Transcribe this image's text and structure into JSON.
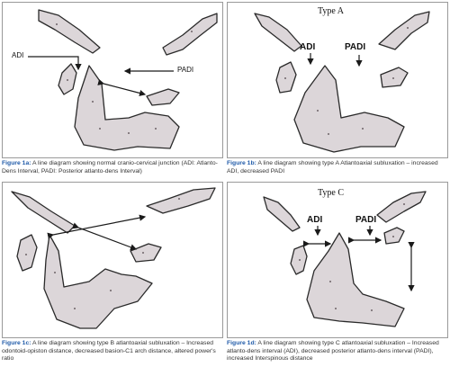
{
  "panels": [
    {
      "labels": {
        "adi": "ADI",
        "padi": "PADI"
      },
      "caption": {
        "figure": "Figure 1a:",
        "text": " A line diagram showing normal cranio-cervical junction (ADI: Atlanto-Dens Interval, PADI: Posterior atlanto-dens Interval)"
      }
    },
    {
      "type_label": "Type A",
      "labels": {
        "adi": "ADI",
        "padi": "PADI"
      },
      "caption": {
        "figure": "Figure 1b:",
        "text": " A line diagram showing type A Atlantoaxial subluxation – increased ADI, decreased PADI"
      }
    },
    {
      "caption": {
        "figure": "Figure 1c:",
        "text": " A line diagram showing type B atlantoaxial subluxation – Increased odontoid-opiston distance, decreased basion-C1 arch distance, altered power's ratio"
      }
    },
    {
      "type_label": "Type C",
      "labels": {
        "adi": "ADI",
        "padi": "PADI"
      },
      "caption": {
        "figure": "Figure 1d:",
        "text": " A line diagram showing type C atlantoaxial subluxation – Increased atlanto-dens interval (ADI), decreased posterior atlanto-dens interval (PADI), increased Interspinous distance"
      }
    }
  ],
  "colors": {
    "caption_figure": "#1f5aa8",
    "bone_fill": "#dcd6d9",
    "outline": "#2a2a2a"
  }
}
